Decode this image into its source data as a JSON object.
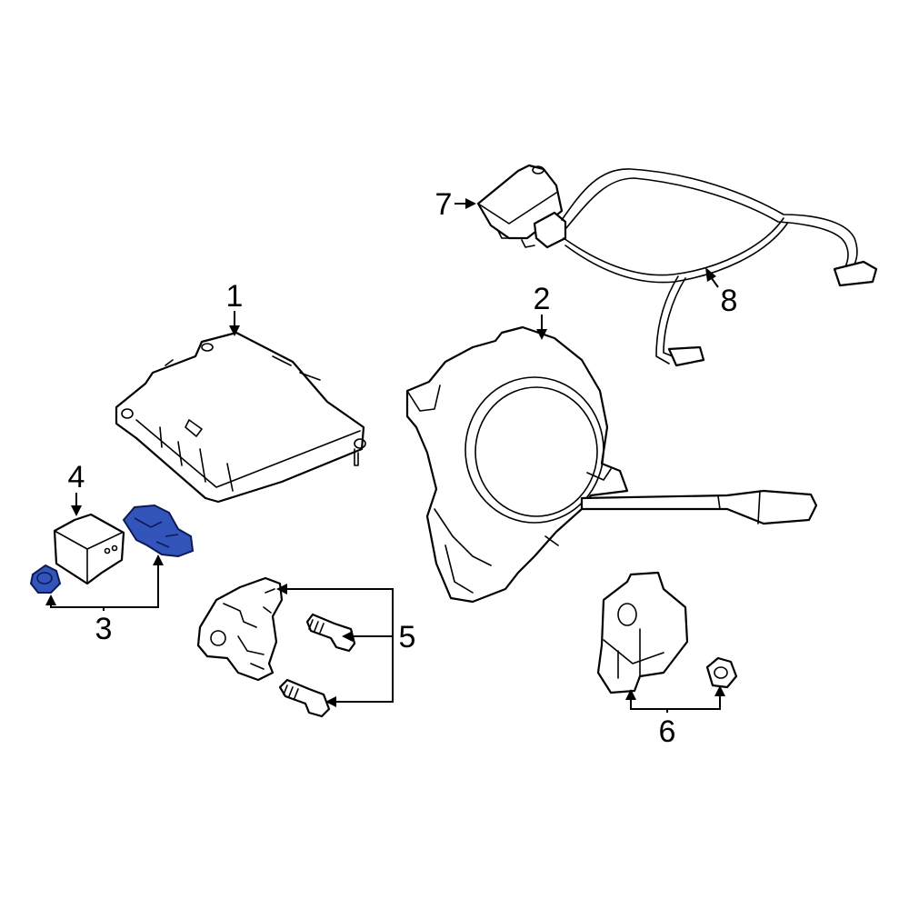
{
  "diagram": {
    "callouts": {
      "c1": "1",
      "c2": "2",
      "c3": "3",
      "c4": "4",
      "c5": "5",
      "c6": "6",
      "c7": "7",
      "c8": "8"
    },
    "colors": {
      "line": "#000000",
      "background": "#ffffff",
      "highlight_fill": "#3355bb",
      "highlight_stroke": "#0b1a55"
    },
    "highlighted_callout": "3"
  }
}
